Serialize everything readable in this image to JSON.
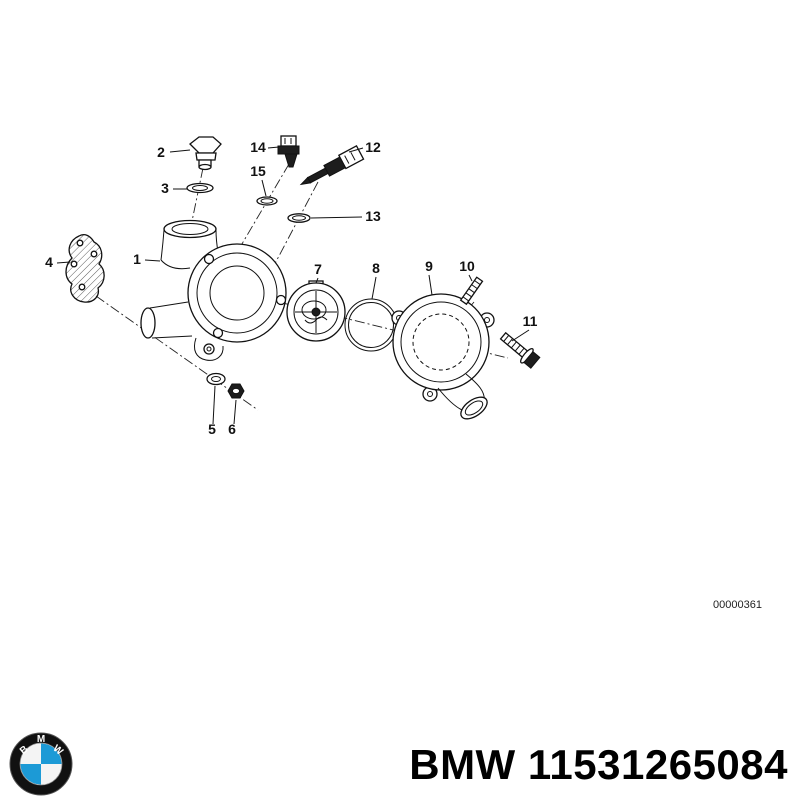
{
  "brand": {
    "logo_letters": [
      "B",
      "M",
      "W"
    ],
    "blue": "#1c9ad6",
    "black": "#111111"
  },
  "diagram": {
    "doc_number": "00000361",
    "callouts": {
      "part1": "1",
      "part2": "2",
      "part3": "3",
      "part4": "4",
      "part5": "5",
      "part6": "6",
      "part7": "7",
      "part8": "8",
      "part9": "9",
      "part10": "10",
      "part11": "11",
      "part12": "12",
      "part13": "13",
      "part14": "14",
      "part15": "15"
    }
  },
  "footer": {
    "brand": "BMW",
    "part_number": "11531265084",
    "separator": " "
  }
}
